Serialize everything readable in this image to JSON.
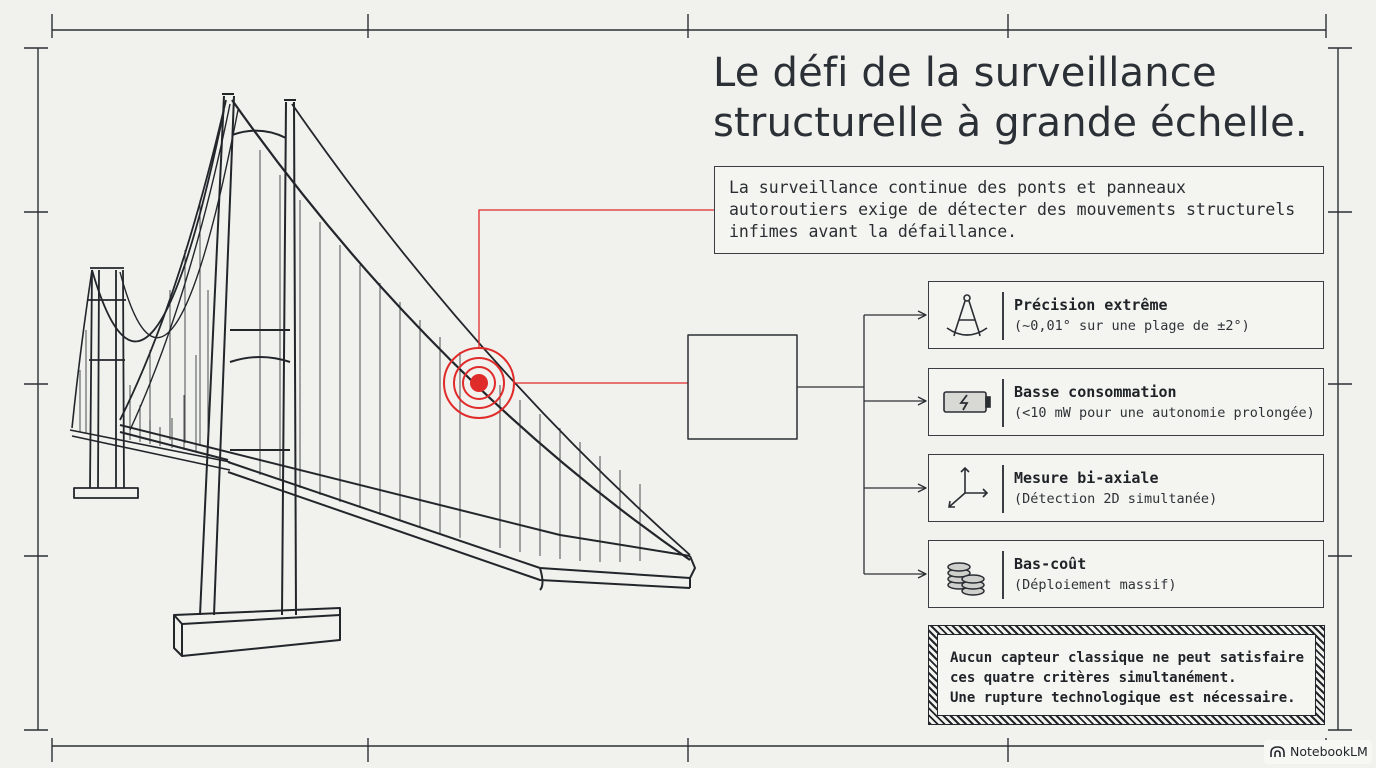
{
  "title": {
    "line1": "Le défi de la surveillance",
    "line2": "structurelle à grande échelle."
  },
  "intro": {
    "line1": "La surveillance continue des ponts et panneaux",
    "line2": "autoroutiers exige de détecter des mouvements structurels",
    "line3": "infimes avant la défaillance."
  },
  "criteria": [
    {
      "heading": "Précision extrême",
      "detail": "(~0,01° sur une plage de ±2°)",
      "icon": "compass-icon"
    },
    {
      "heading": "Basse consommation",
      "detail": "(<10 mW pour une autonomie prolongée)",
      "icon": "battery-icon"
    },
    {
      "heading": "Mesure bi-axiale",
      "detail": "(Détection 2D simultanée)",
      "icon": "axes-icon"
    },
    {
      "heading": "Bas-coût",
      "detail": "(Déploiement massif)",
      "icon": "coins-icon"
    }
  ],
  "conclusion": {
    "line1": "Aucun capteur classique ne peut satisfaire",
    "line2": "ces quatre critères simultanément.",
    "line3": "Une rupture technologique est nécessaire."
  },
  "colors": {
    "ink": "#22262b",
    "accent": "#e02b2b",
    "background": "#f1f1ed"
  },
  "watermark": "NotebookLM"
}
